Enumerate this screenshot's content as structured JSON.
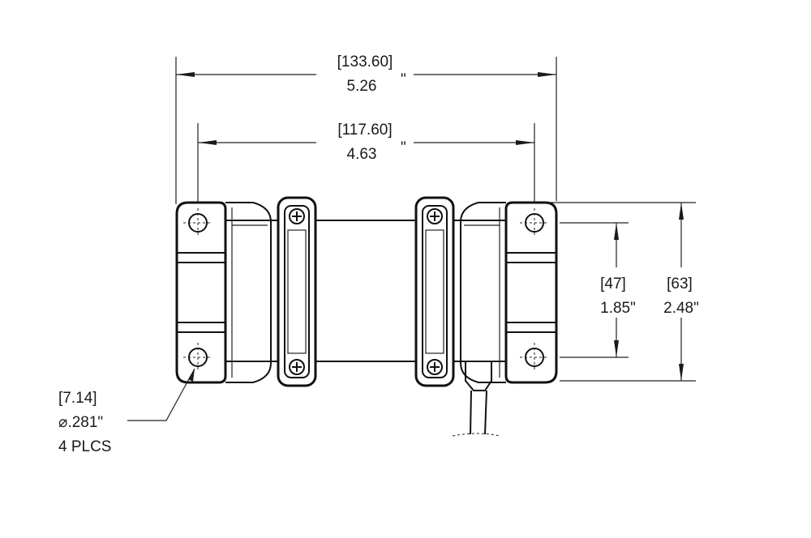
{
  "dimensions": {
    "overall_width": {
      "metric": "[133.60]",
      "imperial": "5.26",
      "mark": "\""
    },
    "hole_spacing_width": {
      "metric": "[117.60]",
      "imperial": "4.63",
      "mark": "\""
    },
    "hole_spacing_height": {
      "metric": "[47]",
      "imperial": "1.85\""
    },
    "overall_height": {
      "metric": "[63]",
      "imperial": "2.48\""
    },
    "hole": {
      "metric": "[7.14]",
      "diameter": "⌀.281\"",
      "count": "4 PLCS"
    }
  }
}
